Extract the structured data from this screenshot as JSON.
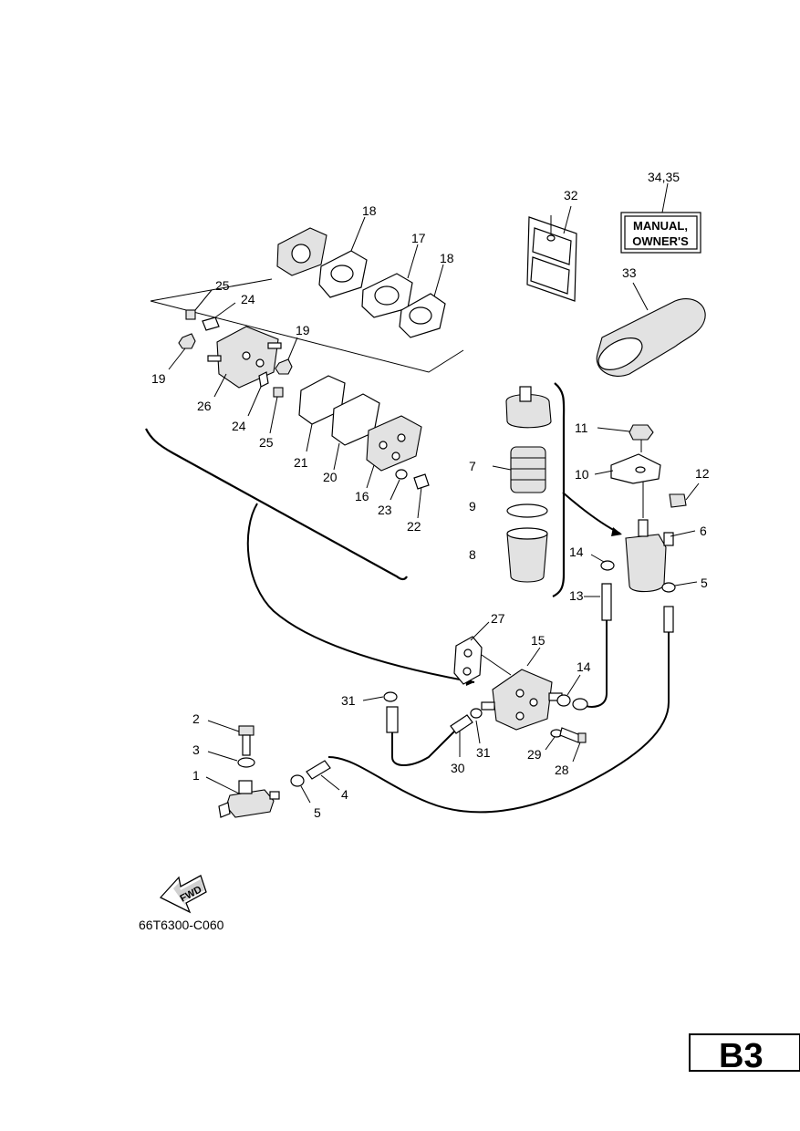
{
  "labels": {
    "p1": "1",
    "p2": "2",
    "p3": "3",
    "p4": "4",
    "p5a": "5",
    "p5b": "5",
    "p6": "6",
    "p7": "7",
    "p8": "8",
    "p9": "9",
    "p10": "10",
    "p11": "11",
    "p12": "12",
    "p13": "13",
    "p14a": "14",
    "p14b": "14",
    "p15": "15",
    "p16": "16",
    "p17": "17",
    "p18a": "18",
    "p18b": "18",
    "p19a": "19",
    "p19b": "19",
    "p20": "20",
    "p21": "21",
    "p22": "22",
    "p23": "23",
    "p24a": "24",
    "p24b": "24",
    "p25a": "25",
    "p25b": "25",
    "p26": "26",
    "p27": "27",
    "p28": "28",
    "p29": "29",
    "p30": "30",
    "p31a": "31",
    "p31b": "31",
    "p32": "32",
    "p33": "33",
    "p3435": "34,35"
  },
  "manual_line1": "MANUAL,",
  "manual_line2": "OWNER'S",
  "fwd_label": "FWD",
  "diagram_code": "66T6300-C060",
  "page_badge": "B3"
}
